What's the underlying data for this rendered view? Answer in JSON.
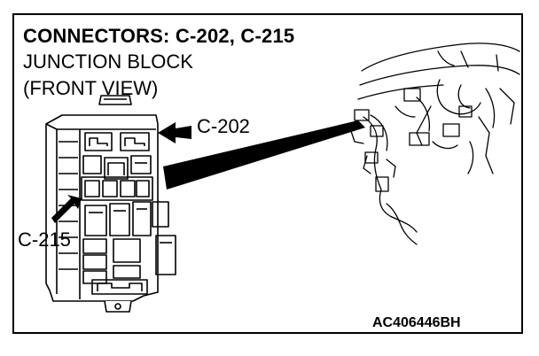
{
  "header": {
    "title": "CONNECTORS: C-202, C-215",
    "subtitle_line1": "JUNCTION BLOCK",
    "subtitle_line2": "(FRONT VIEW)"
  },
  "callouts": {
    "c202_label": "C-202",
    "c215_label": "C-215"
  },
  "figure_id": "AC406446BH",
  "colors": {
    "ink": "#000000",
    "paper": "#ffffff"
  }
}
